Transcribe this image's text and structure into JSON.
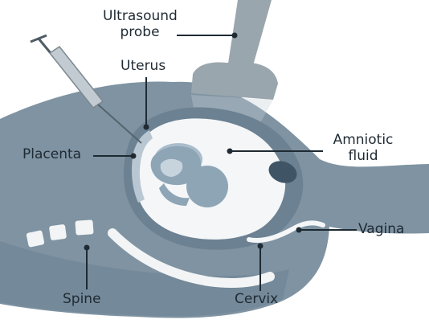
{
  "labels": {
    "ultrasound_probe": [
      "Ultrasound",
      "probe"
    ],
    "uterus": "Uterus",
    "placenta": "Placenta",
    "amniotic_fluid": [
      "Amniotic",
      "fluid"
    ],
    "vagina": "Vagina",
    "spine": "Spine",
    "cervix": "Cervix"
  },
  "colors": {
    "body": "#7f93a2",
    "body_dark": "#6c8192",
    "amniotic": "#f4f6f8",
    "fetus": "#8ea5b6",
    "fetus_light": "#c7d4de",
    "bone": "#f2f4f5",
    "leader": "#1f2a33",
    "probe": "#9aa6ae",
    "needle": "#7d8990"
  }
}
